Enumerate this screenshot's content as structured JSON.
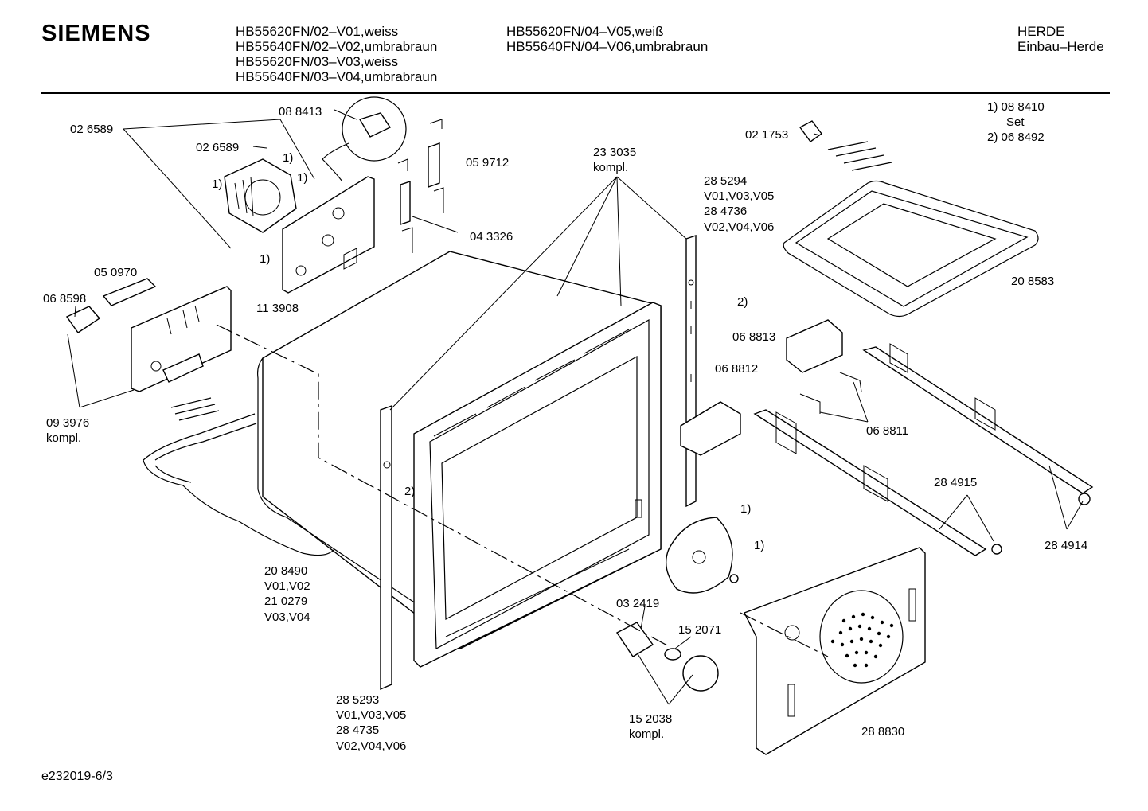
{
  "header": {
    "brand": "SIEMENS",
    "models_col1": [
      "HB55620FN/02–V01,weiss",
      "HB55640FN/02–V02,umbrabraun",
      "HB55620FN/03–V03,weiss",
      "HB55640FN/03–V04,umbrabraun"
    ],
    "models_col2": [
      "HB55620FN/04–V05,weiß",
      "HB55640FN/04–V06,umbrabraun"
    ],
    "category": [
      "HERDE",
      "Einbau–Herde"
    ]
  },
  "notes": [
    "1)  08 8410",
    "Set",
    "2)  06 8492"
  ],
  "labels": {
    "p026589a": "02 6589",
    "p026589b": "02 6589",
    "p088413": "08 8413",
    "p059712": "05 9712",
    "p233035": [
      "23 3035",
      "kompl."
    ],
    "p021753": "02 1753",
    "p285294": [
      "28 5294",
      "V01,V03,V05",
      "28 4736",
      "V02,V04,V06"
    ],
    "p208583": "20 8583",
    "p043326": "04 3326",
    "p050970": "05 0970",
    "p068598": "06 8598",
    "p113908": "11 3908",
    "p068813": "06 8813",
    "p068812": "06 8812",
    "p068811": "06 8811",
    "p093976": [
      "09 3976",
      "kompl."
    ],
    "p284915": "28 4915",
    "p284914": "28 4914",
    "p208490": [
      "20 8490",
      "V01,V02",
      "21 0279",
      "V03,V04"
    ],
    "p032419": "03 2419",
    "p152071": "15 2071",
    "p285293": [
      "28 5293",
      "V01,V03,V05",
      "28 4735",
      "V02,V04,V06"
    ],
    "p152038": [
      "15 2038",
      "kompl."
    ],
    "p288830": "28 8830",
    "fn1a": "1)",
    "fn1b": "1)",
    "fn1c": "1)",
    "fn1d": "1)",
    "fn1e": "1)",
    "fn1f": "1)",
    "fn2a": "2)",
    "fn2b": "2)"
  },
  "footer": "e232019-6/3"
}
